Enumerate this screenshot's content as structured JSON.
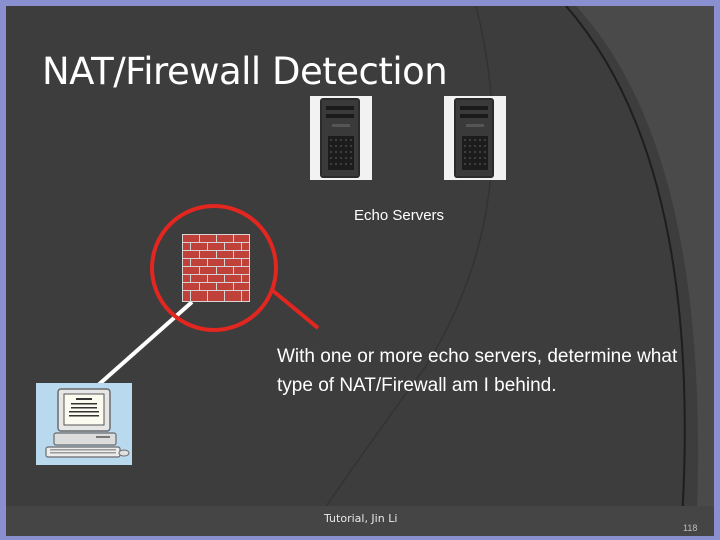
{
  "slide": {
    "title": "NAT/Firewall Detection",
    "caption": "Echo Servers",
    "body": "With one or more echo servers, determine what type of NAT/Firewall am I behind.",
    "footer": "Tutorial, Jin Li",
    "page_number": "118"
  },
  "icons": {
    "server": "server-tower-icon",
    "firewall": "brick-wall-icon",
    "computer": "desktop-computer-icon",
    "magnifier": "magnifying-glass-icon"
  },
  "colors": {
    "frame": "#8a8fd0",
    "background": "#3d3d3d",
    "text": "#ffffff",
    "highlight": "#e3261f",
    "brick": "#c0403a"
  }
}
